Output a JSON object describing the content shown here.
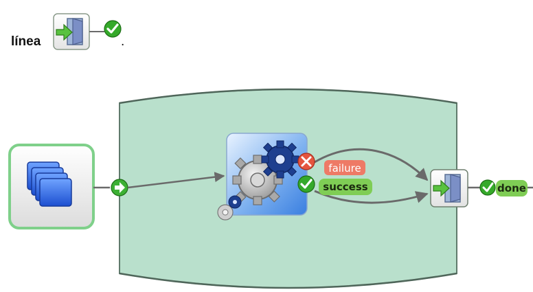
{
  "caption": {
    "word": "línea",
    "trailing": "."
  },
  "diagram": {
    "container": {
      "label": ""
    },
    "source_node": {
      "icon": "stacked-windows-icon"
    },
    "processor_node": {
      "icon": "gears-icon",
      "badge_icon": "small-gears-icon"
    },
    "exit_node": {
      "icon": "exit-door-icon"
    },
    "ports": {
      "input": "arrow-right-circle-icon",
      "failure": "x-circle-icon",
      "success": "check-circle-icon"
    },
    "labels": {
      "failure": "failure",
      "success": "success",
      "done": "done"
    },
    "colors": {
      "container_fill": "#b9e0cc",
      "container_stroke": "#5f7a6c",
      "connector": "#6a6a6a",
      "failure_pill": "#ee7a66",
      "success_pill": "#7fcd55",
      "source_border": "#7fd08a"
    }
  }
}
